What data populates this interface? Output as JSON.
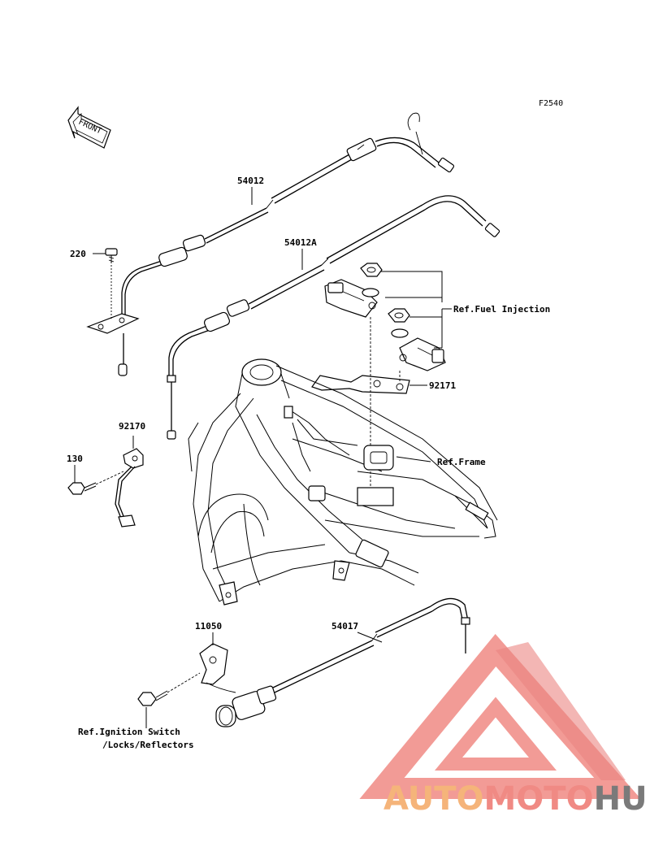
{
  "figure_code": "F2540",
  "front_label": "FRONT",
  "parts": {
    "p54012": "54012",
    "p54012A": "54012A",
    "p220": "220",
    "p92170": "92170",
    "p130": "130",
    "p92171": "92171",
    "p11050": "11050",
    "p54017": "54017"
  },
  "refs": {
    "fuel_injection": "Ref.Fuel Injection",
    "frame": "Ref.Frame",
    "ignition_line1": "Ref.Ignition Switch",
    "ignition_line2": "/Locks/Reflectors"
  },
  "watermark": {
    "part1": "AUTO",
    "part2": "MOTO",
    "part3": "HUB",
    "color1": "#f5b47a",
    "color2": "#f08a84",
    "color3": "#7a7a7a"
  }
}
